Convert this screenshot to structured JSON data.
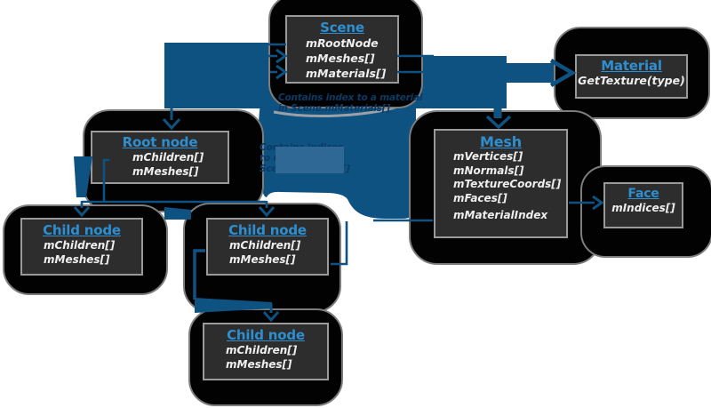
{
  "diagram": {
    "boxes": {
      "scene": {
        "title": "Scene",
        "members": [
          "mRootNode",
          "mMeshes[]",
          "mMaterials[]"
        ]
      },
      "material": {
        "title": "Material",
        "members": [
          "GetTexture(type)"
        ]
      },
      "mesh": {
        "title": "Mesh",
        "members": [
          "mVertices[]",
          "mNormals[]",
          "mTextureCoords[]",
          "mFaces[]",
          "mMaterialIndex"
        ]
      },
      "face": {
        "title": "Face",
        "members": [
          "mIndices[]"
        ]
      },
      "root_node": {
        "title": "Root node",
        "members": [
          "mChildren[]",
          "mMeshes[]"
        ]
      },
      "child_left": {
        "title": "Child node",
        "members": [
          "mChildren[]",
          "mMeshes[]"
        ]
      },
      "child_center": {
        "title": "Child node",
        "members": [
          "mChildren[]",
          "mMeshes[]"
        ]
      },
      "child_bottom": {
        "title": "Child node",
        "members": [
          "mChildren[]",
          "mMeshes[]"
        ]
      }
    },
    "annotations": {
      "material_note": {
        "lines": [
          "Contains index to a material",
          "in Scene.mMaterials[]"
        ]
      },
      "meshes_note": {
        "lines": [
          "Contains indices",
          "to meshes in",
          "Scene.mMeshes[]"
        ]
      }
    },
    "colors": {
      "arrow_blue": "#0e5282",
      "title_blue": "#2e8fd0",
      "box_bg": "#2d2d2d",
      "box_border": "#9a9a9a",
      "container_bg": "#020202",
      "container_border": "#7d7d7d",
      "member_text": "#eeeeee",
      "annotation_text": "#0b3a64",
      "overlay_blue": "#2f6795"
    }
  }
}
